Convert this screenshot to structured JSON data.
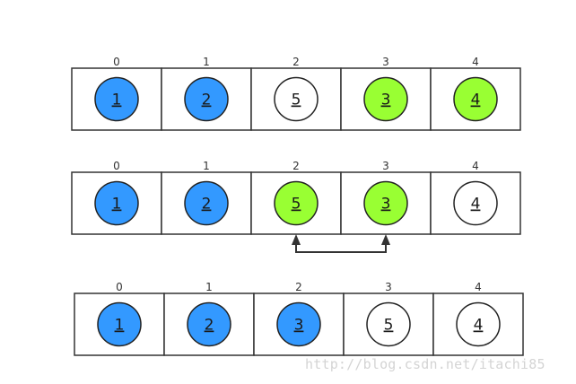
{
  "palette": {
    "sorted": "#3399ff",
    "active": "#99ff33",
    "unsorted": "#ffffff",
    "stroke": "#222222",
    "box_stroke": "#333333",
    "arrow": "#333333"
  },
  "rows": [
    {
      "indices": [
        "0",
        "1",
        "2",
        "3",
        "4"
      ],
      "cells": [
        {
          "value": "1",
          "state": "sorted"
        },
        {
          "value": "2",
          "state": "sorted"
        },
        {
          "value": "5",
          "state": "unsorted"
        },
        {
          "value": "3",
          "state": "active"
        },
        {
          "value": "4",
          "state": "active"
        }
      ]
    },
    {
      "indices": [
        "0",
        "1",
        "2",
        "3",
        "4"
      ],
      "cells": [
        {
          "value": "1",
          "state": "sorted"
        },
        {
          "value": "2",
          "state": "sorted"
        },
        {
          "value": "5",
          "state": "active"
        },
        {
          "value": "3",
          "state": "active"
        },
        {
          "value": "4",
          "state": "unsorted"
        }
      ],
      "swap": {
        "from": 2,
        "to": 3
      }
    },
    {
      "indices": [
        "0",
        "1",
        "2",
        "3",
        "4"
      ],
      "cells": [
        {
          "value": "1",
          "state": "sorted"
        },
        {
          "value": "2",
          "state": "sorted"
        },
        {
          "value": "3",
          "state": "sorted"
        },
        {
          "value": "5",
          "state": "unsorted"
        },
        {
          "value": "4",
          "state": "unsorted"
        }
      ]
    }
  ],
  "watermark": "http://blog.csdn.net/itachi85"
}
